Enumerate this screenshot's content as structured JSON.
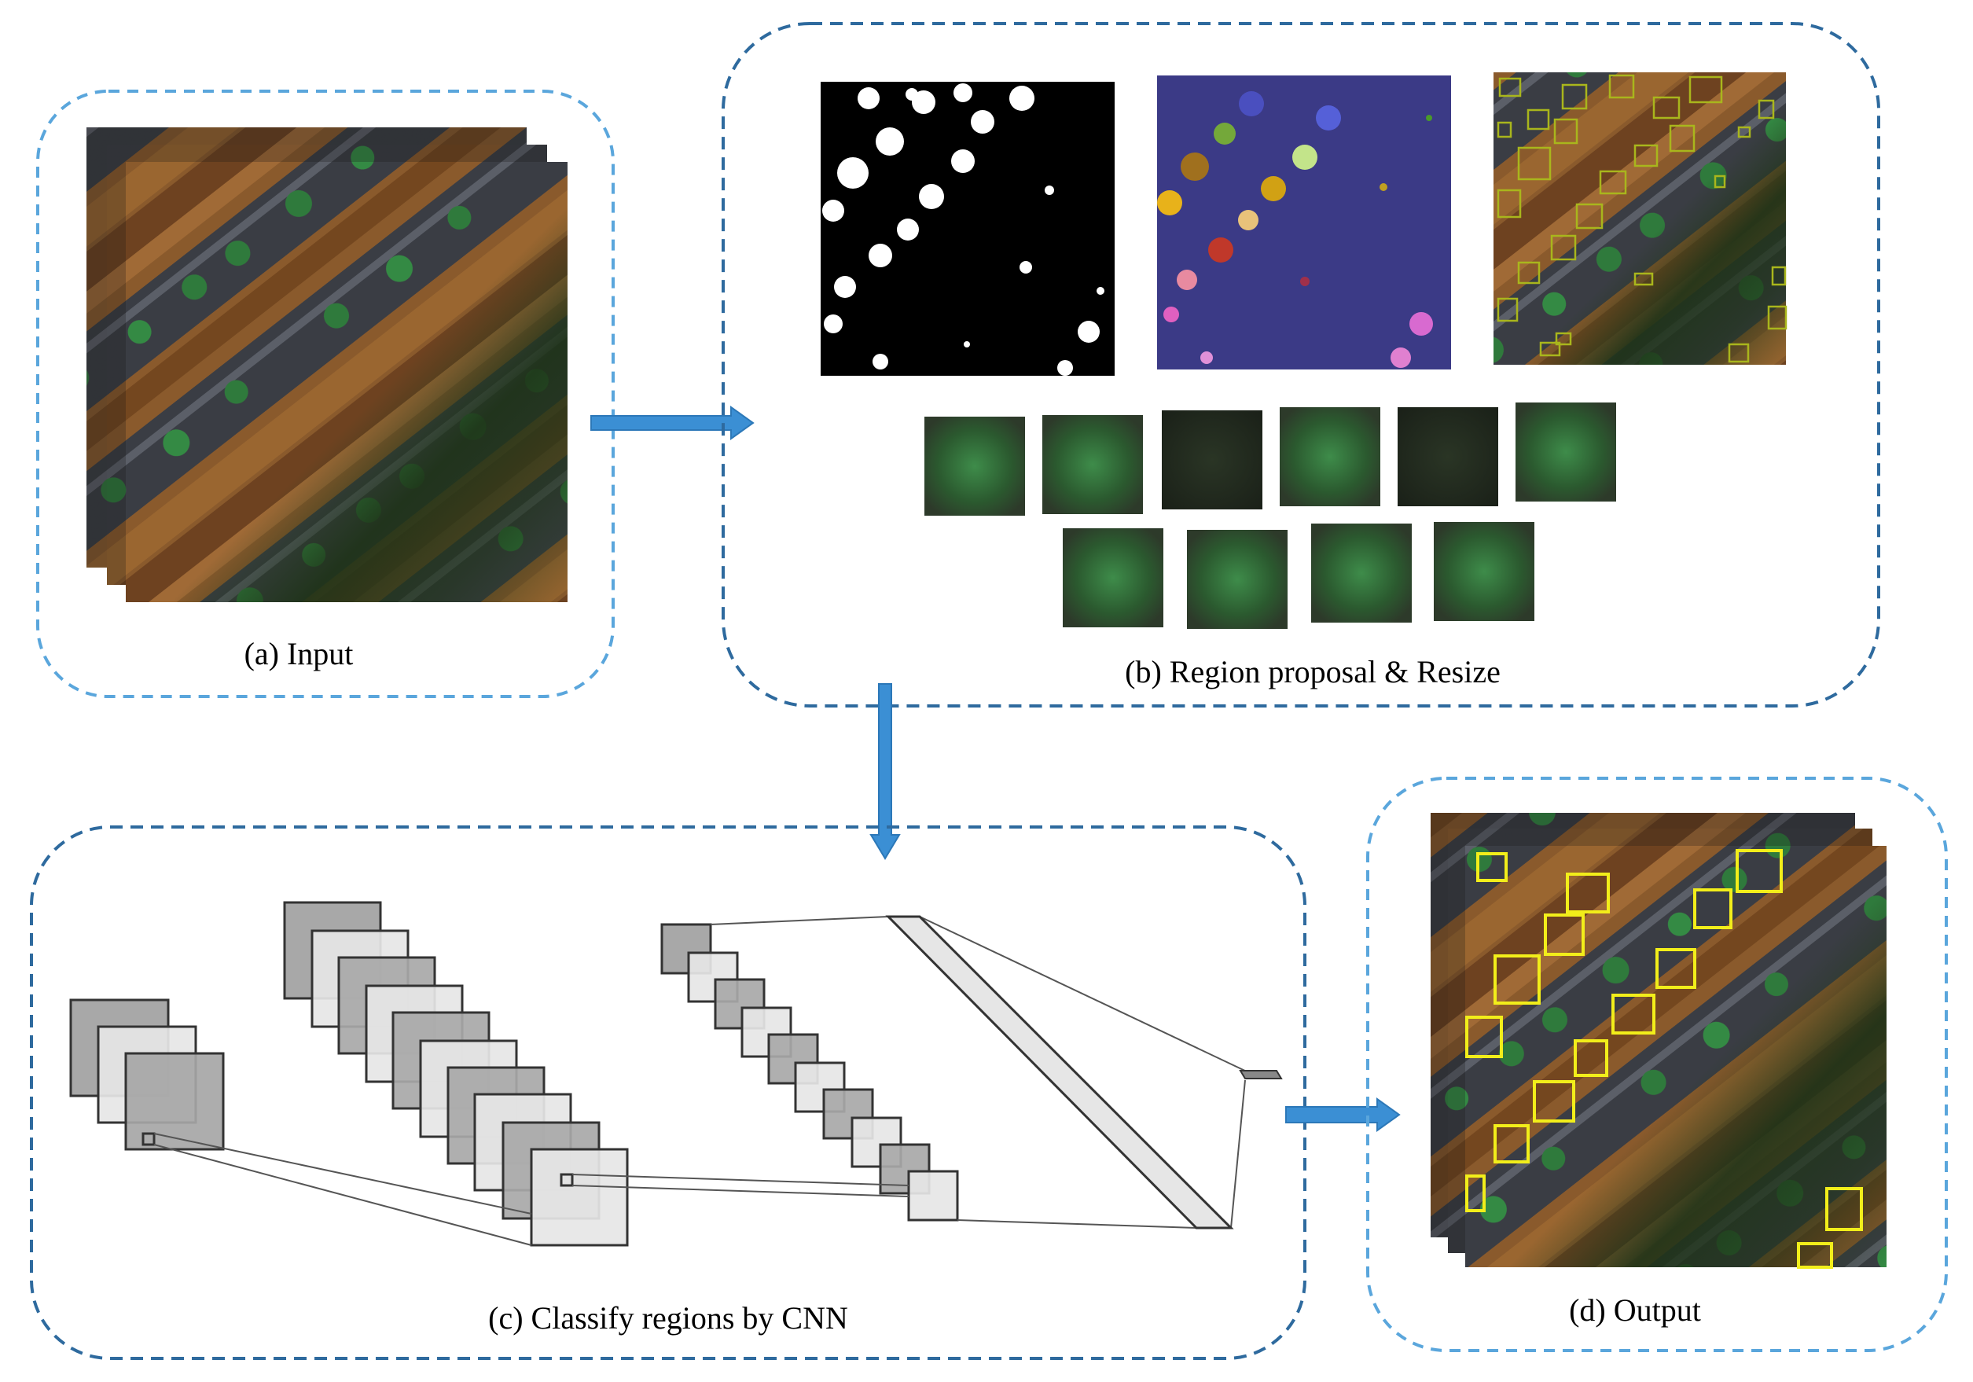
{
  "panels": {
    "input": {
      "caption": "(a) Input"
    },
    "proposal": {
      "caption": "(b) Region proposal & Resize"
    },
    "cnn": {
      "caption": "(c) Classify regions by CNN"
    },
    "output": {
      "caption": "(d) Output"
    }
  },
  "colors": {
    "panel_border_light": "#5aa6dc",
    "panel_border_dark": "#2e6a9e",
    "arrow": "#3b8fd4",
    "arrow_stroke": "#2c78b8",
    "soil": "#8a5a2c",
    "soil_dark": "#5e3a1a",
    "mulch": "#3a3d44",
    "plant": "#2f7a3c",
    "grass": "#233b1c",
    "mask_bg": "#000000",
    "segment_bg": "#3b3a86",
    "box_yellow": "#f2ee1a",
    "box_olive": "#a9b61c",
    "layer_dark": "#a6a6a6",
    "layer_light": "#e6e6e6"
  },
  "icons": [
    "arrow-right-icon",
    "arrow-down-icon"
  ]
}
